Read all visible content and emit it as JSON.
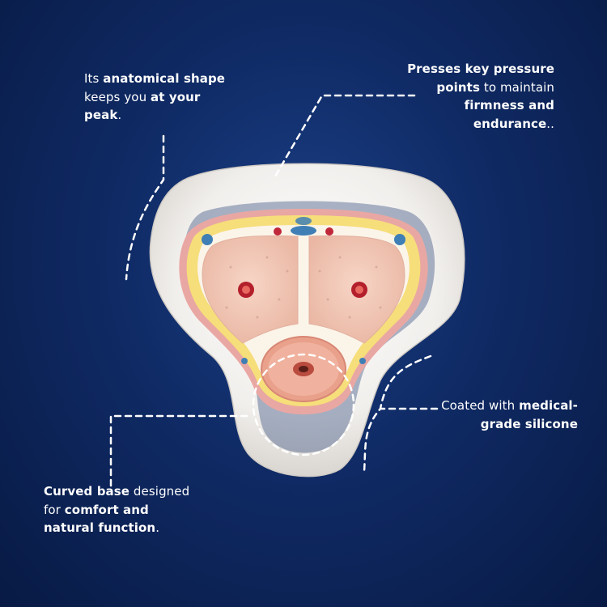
{
  "callouts": {
    "anatomical": {
      "line1_pre": "Its ",
      "line1_bold": "anatomical shape",
      "line2_pre": "keeps you ",
      "line2_bold": "at your",
      "line3_bold": "peak",
      "line3_post": "."
    },
    "pressure": {
      "line1_bold": "Presses key pressure",
      "line2_bold": "points",
      "line2_post": " to maintain",
      "line3_bold": "firmness and",
      "line4_bold": "endurance",
      "line4_post": ".."
    },
    "silicone": {
      "line1_pre": "Coated with ",
      "line1_bold": "medical-",
      "line2_bold": "grade silicone"
    },
    "base": {
      "line1_bold": "Curved base",
      "line1_post": " designed",
      "line2_pre": "for ",
      "line2_bold": "comfort and",
      "line3_bold": "natural function",
      "line3_post": "."
    }
  },
  "colors": {
    "background": "#0f2a64",
    "ring": "#f1efec",
    "tissue": "#f3c9b8",
    "fat_layer": "#f6de7a",
    "vessel_red": "#b3202b",
    "vessel_blue": "#3f7fb5",
    "leader_line": "#ffffff"
  }
}
